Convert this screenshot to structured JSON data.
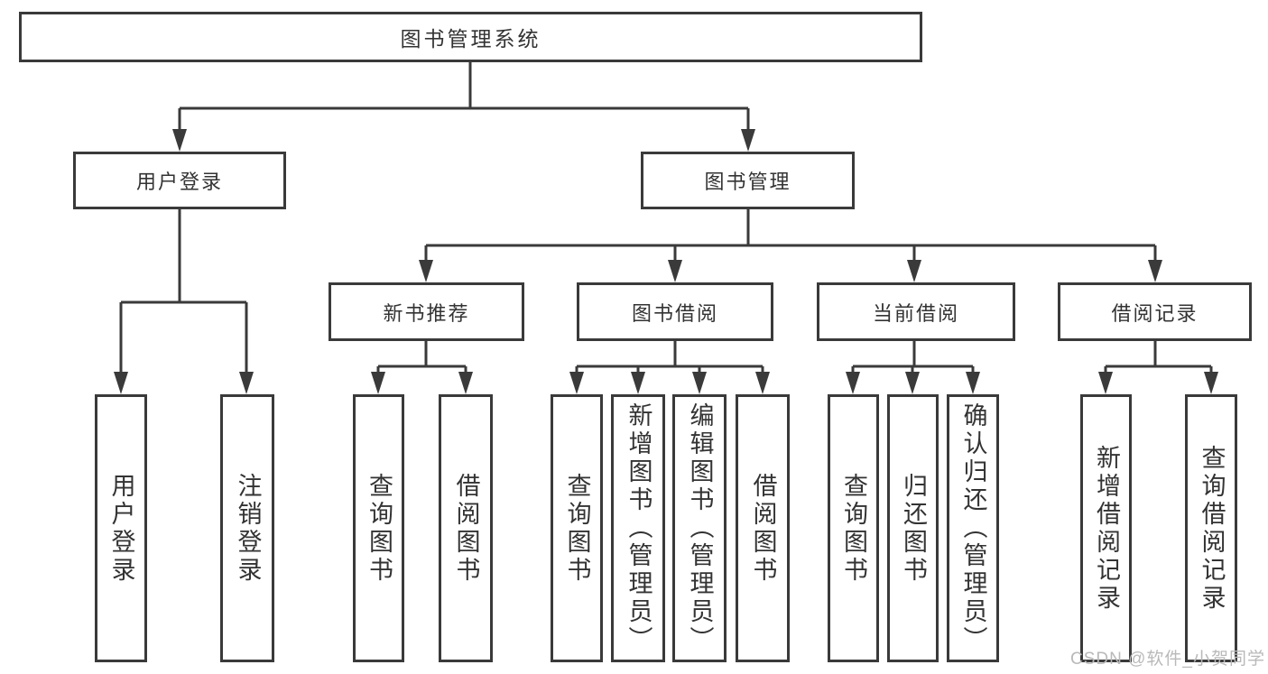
{
  "diagram": {
    "root": {
      "label": "图书管理系统"
    },
    "branches": [
      {
        "label": "用户登录",
        "children": [
          {
            "label": "用户登录"
          },
          {
            "label": "注销登录"
          }
        ]
      },
      {
        "label": "图书管理",
        "children": [
          {
            "label": "新书推荐",
            "children": [
              {
                "label": "查询图书"
              },
              {
                "label": "借阅图书"
              }
            ]
          },
          {
            "label": "图书借阅",
            "children": [
              {
                "label": "查询图书"
              },
              {
                "label": "新增图书（管理员）"
              },
              {
                "label": "编辑图书（管理员）"
              },
              {
                "label": "借阅图书"
              }
            ]
          },
          {
            "label": "当前借阅",
            "children": [
              {
                "label": "查询图书"
              },
              {
                "label": "归还图书"
              },
              {
                "label": "确认归还（管理员）"
              }
            ]
          },
          {
            "label": "借阅记录",
            "children": [
              {
                "label": "新增借阅记录"
              },
              {
                "label": "查询借阅记录"
              }
            ]
          }
        ]
      }
    ],
    "colors": {
      "line": "#3a3a3a",
      "text": "#333333",
      "background": "#ffffff",
      "watermark": "#b9b9b9"
    },
    "watermark": "CSDN @软件_小贺同学"
  }
}
